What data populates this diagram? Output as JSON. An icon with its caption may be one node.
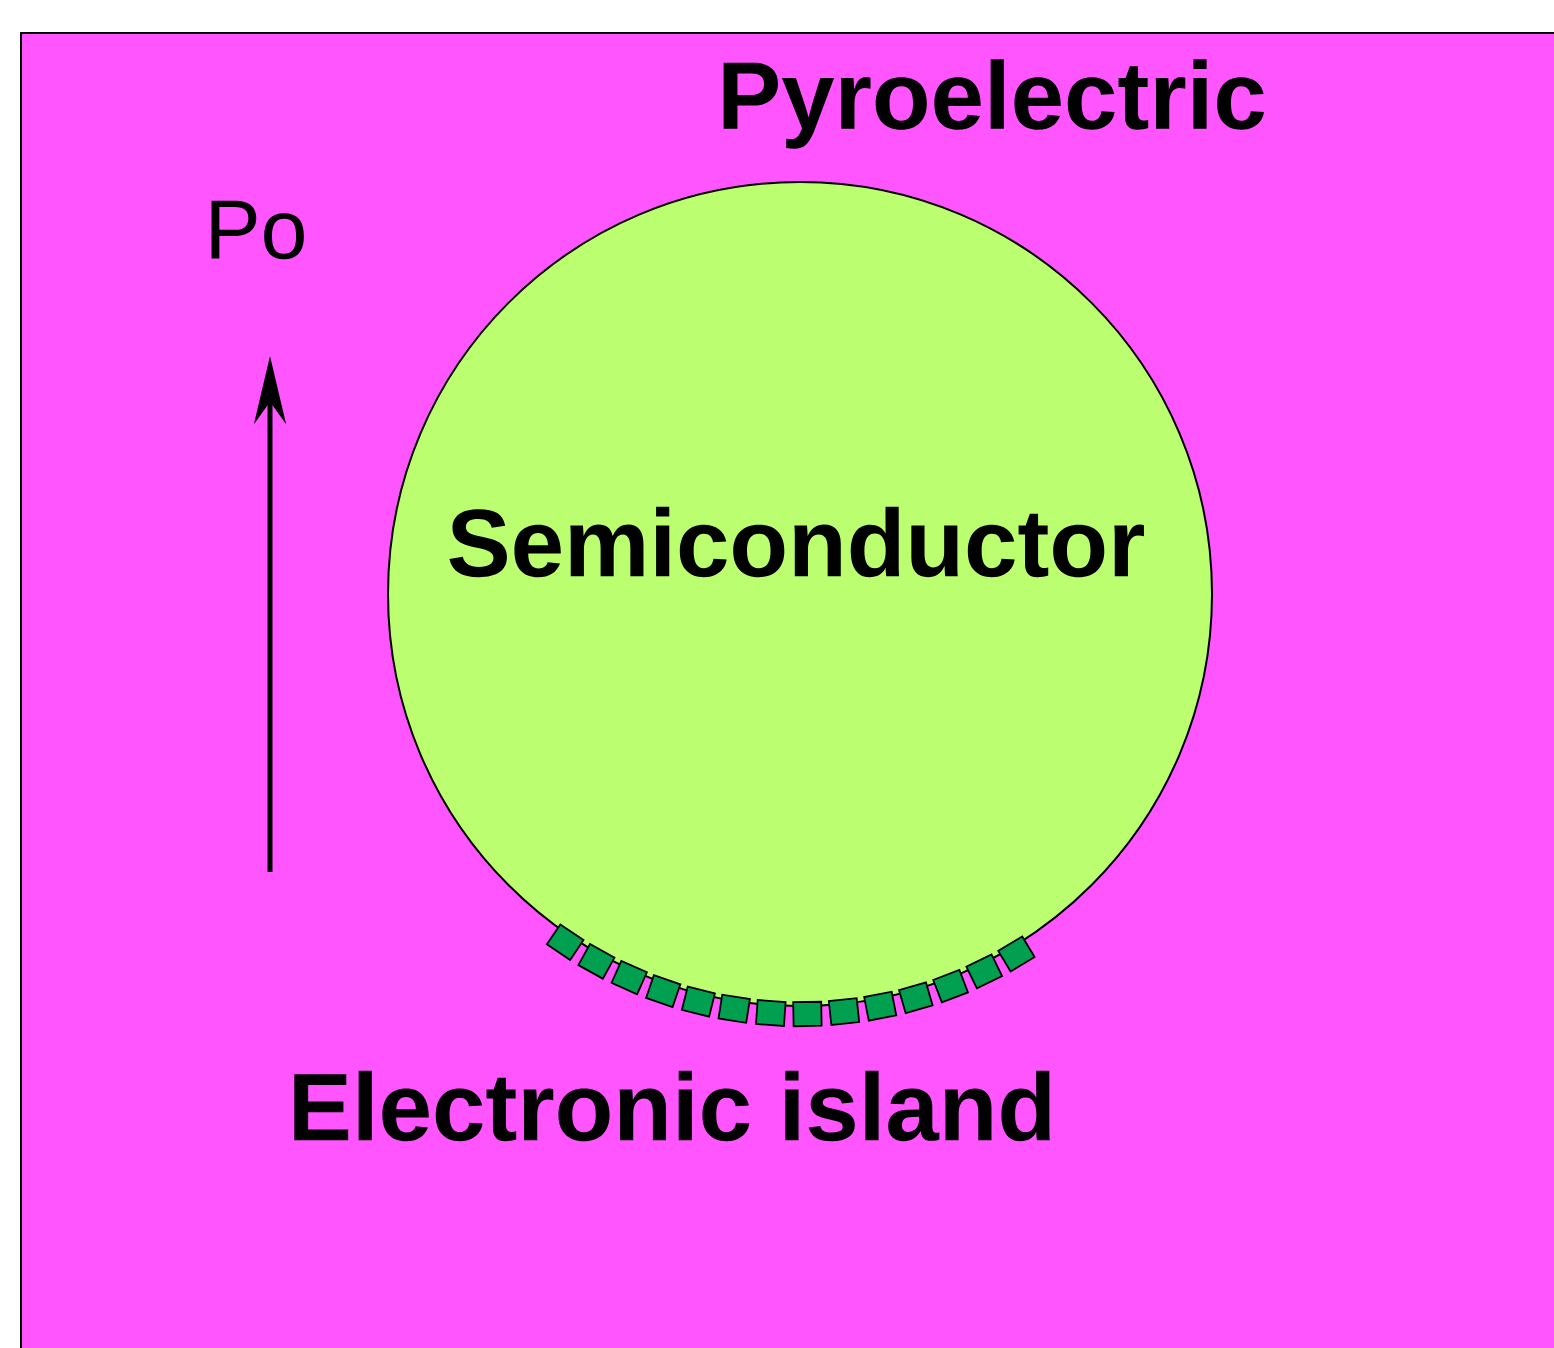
{
  "diagram": {
    "nodes": [
      {
        "text": [
          "Pyroelectric"
        ]
      },
      {
        "text": [
          "Semiconductor"
        ],
        "in": 0
      },
      {
        "text": [
          "Electronic island"
        ],
        "in": 0
      }
    ],
    "labels": [
      "Po"
    ]
  }
}
